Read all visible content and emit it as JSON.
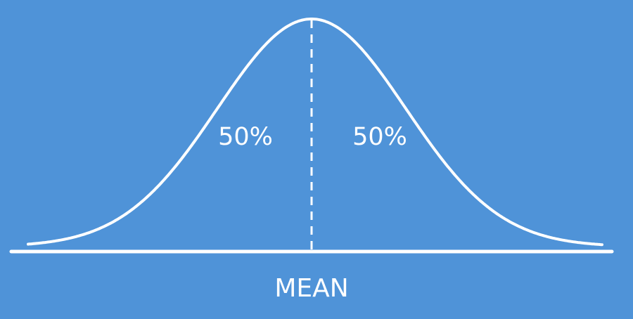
{
  "diagram": {
    "left_label": "50%",
    "right_label": "50%",
    "axis_label": "MEAN",
    "colors": {
      "background": "#4f93d8",
      "line": "#ffffff"
    }
  }
}
